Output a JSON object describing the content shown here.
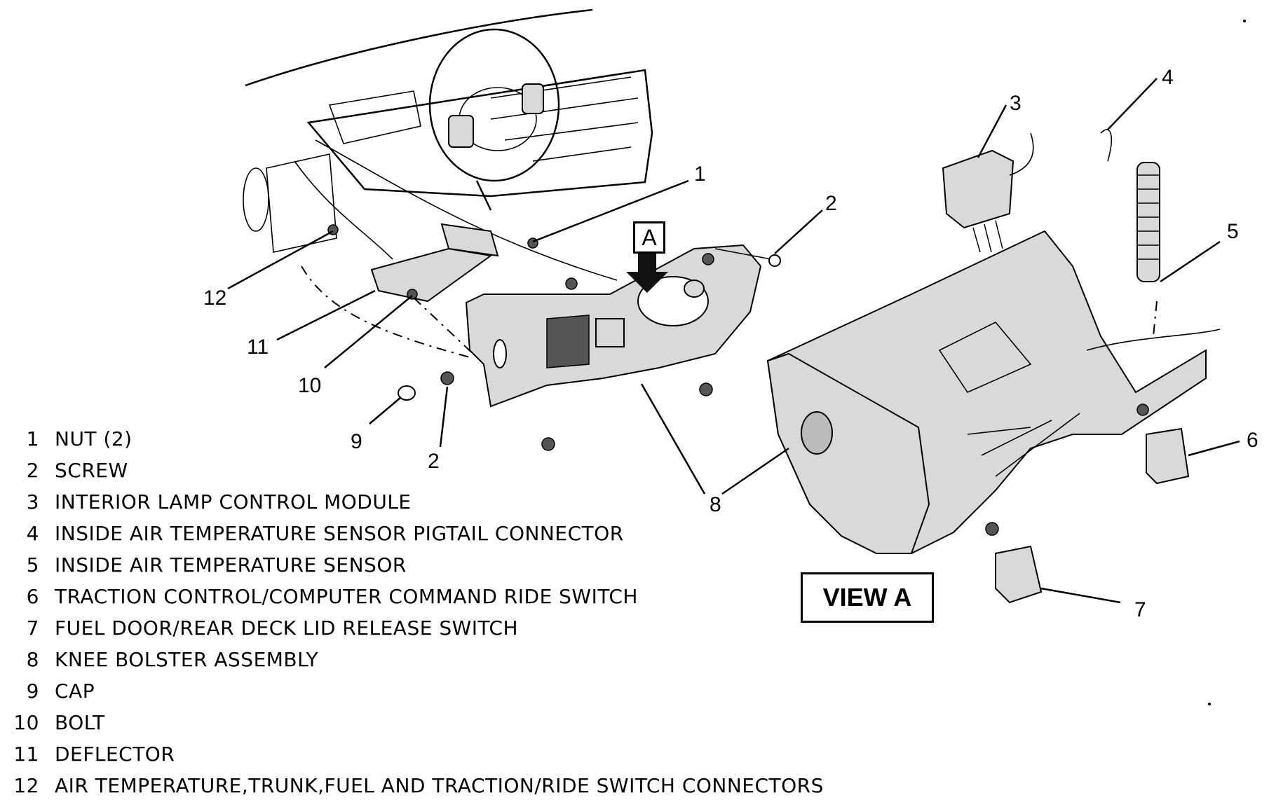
{
  "callouts": {
    "c1_left": "1",
    "c2_left": "2",
    "c2_right": "2",
    "c3": "3",
    "c4": "4",
    "c5": "5",
    "c6": "6",
    "c7": "7",
    "c8": "8",
    "c9": "9",
    "c10": "10",
    "c11": "11",
    "c12": "12"
  },
  "view_label": "VIEW A",
  "view_marker": "A",
  "legend": [
    {
      "num": "1",
      "text": "NUT (2)"
    },
    {
      "num": "2",
      "text": "SCREW"
    },
    {
      "num": "3",
      "text": "INTERIOR LAMP CONTROL MODULE"
    },
    {
      "num": "4",
      "text": "INSIDE AIR TEMPERATURE SENSOR PIGTAIL CONNECTOR"
    },
    {
      "num": "5",
      "text": "INSIDE AIR TEMPERATURE SENSOR"
    },
    {
      "num": "6",
      "text": "TRACTION CONTROL/COMPUTER COMMAND RIDE SWITCH"
    },
    {
      "num": "7",
      "text": "FUEL DOOR/REAR DECK LID RELEASE SWITCH"
    },
    {
      "num": "8",
      "text": "KNEE BOLSTER ASSEMBLY"
    },
    {
      "num": "9",
      "text": "CAP"
    },
    {
      "num": "10",
      "text": "BOLT"
    },
    {
      "num": "11",
      "text": "DEFLECTOR"
    },
    {
      "num": "12",
      "text": "AIR TEMPERATURE,TRUNK,FUEL AND TRACTION/RIDE SWITCH CONNECTORS"
    }
  ]
}
